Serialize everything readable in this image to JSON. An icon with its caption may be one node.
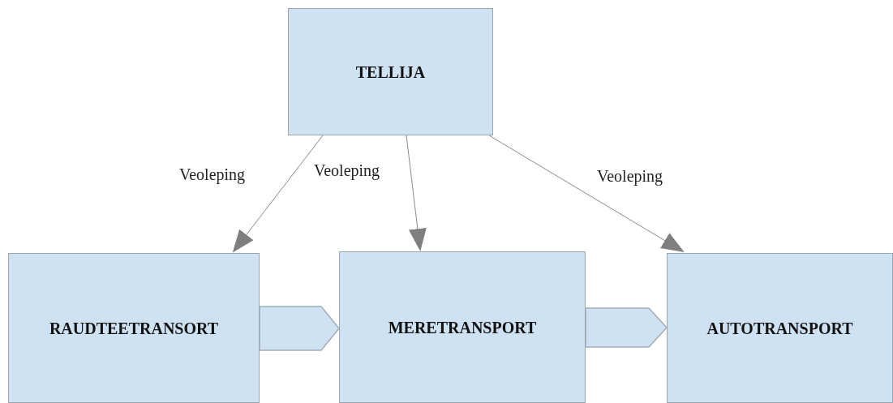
{
  "diagram": {
    "nodes": [
      {
        "text": [
          "TELLIJA"
        ]
      },
      {
        "text": [
          "RAUDTEETRANSORT"
        ]
      },
      {
        "text": [
          "MERETRANSPORT"
        ]
      },
      {
        "text": [
          "AUTOTRANSPORT"
        ]
      }
    ],
    "edges": [
      {
        "from": 0,
        "to": 1,
        "arrow": "to",
        "label": "Veoleping"
      },
      {
        "from": 0,
        "to": 2,
        "arrow": "to",
        "label": "Veoleping"
      },
      {
        "from": 0,
        "to": 3,
        "arrow": "to",
        "label": "Veoleping"
      },
      {
        "from": 1,
        "to": 2,
        "arrow": "to",
        "style": "thick"
      },
      {
        "from": 2,
        "to": 3,
        "arrow": "to",
        "style": "thick"
      }
    ]
  }
}
